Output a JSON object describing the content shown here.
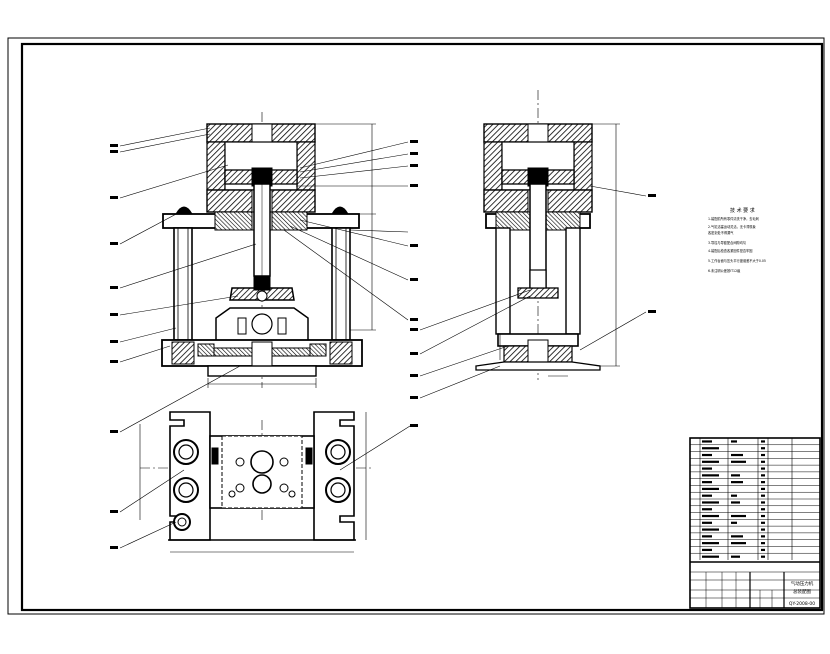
{
  "drawing": {
    "stroke_color": "#000000",
    "hatch_color": "#000000",
    "paper_color": "#ffffff"
  },
  "views": [
    {
      "id": "front-section"
    },
    {
      "id": "side-section"
    },
    {
      "id": "plan-view"
    }
  ],
  "notes_block": {
    "heading": "技 术 要 求",
    "lines": [
      "1.装配前所有零件清洗干净，去毛刺",
      "2.气缸活塞运动灵活，无卡滞现象",
      "  各密封处不得漏气",
      "3.导柱与导套配合间隙均匀",
      "4.装配后检查各紧固件是否牢固",
      "5.工作台面与压头平行度误差不大于0.05",
      "6.未注明公差按IT12级"
    ]
  },
  "title_block": {
    "rows": 18,
    "name_lines": [
      "气动压力机",
      "总装配图"
    ],
    "drawing_no": "QY-2008-00"
  }
}
